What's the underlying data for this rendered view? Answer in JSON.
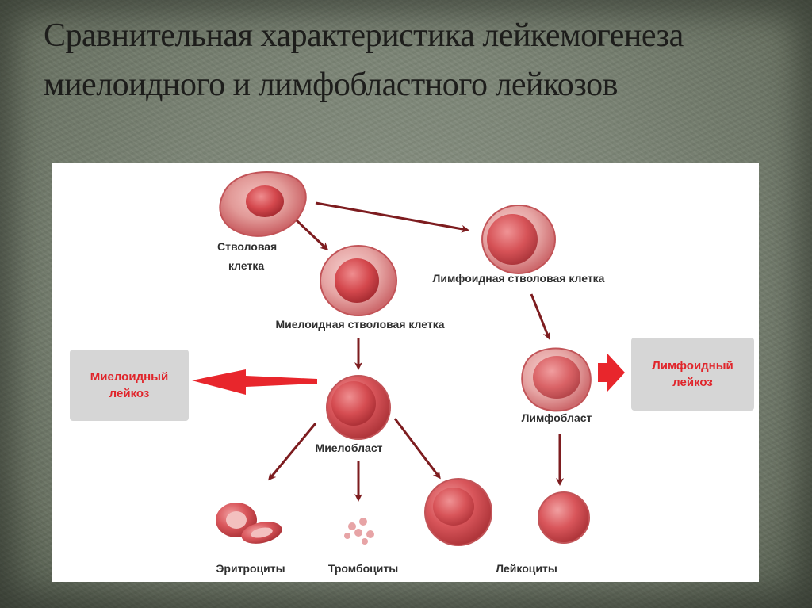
{
  "slide": {
    "title": "Сравнительная характеристика лейкемогенеза миелоидного и лимфобластного лейкозов"
  },
  "diagram": {
    "labels": {
      "stem_cell_line1": "Стволовая",
      "stem_cell_line2": "клетка",
      "myeloid_stem_cell": "Миелоидная стволовая клетка",
      "lymphoid_stem_cell": "Лимфоидная стволовая клетка",
      "myeloblast": "Миелобласт",
      "lymphoblast": "Лимфобласт",
      "erythrocytes": "Эритроциты",
      "platelets": "Тромбоциты",
      "leukocytes": "Лейкоциты"
    },
    "boxes": {
      "myeloid_leukemia_line1": "Миелоидный",
      "myeloid_leukemia_line2": "лейкоз",
      "lymphoid_leukemia_line1": "Лимфоидный",
      "lymphoid_leukemia_line2": "лейкоз"
    },
    "colors": {
      "arrow": "#7d1c1f",
      "emphasis_arrow": "#e8262c",
      "cell_membrane": "#d8686a",
      "cell_nucleus": "#c93f44",
      "box_fill": "#d6d6d6",
      "box_text": "#e0252b"
    }
  }
}
